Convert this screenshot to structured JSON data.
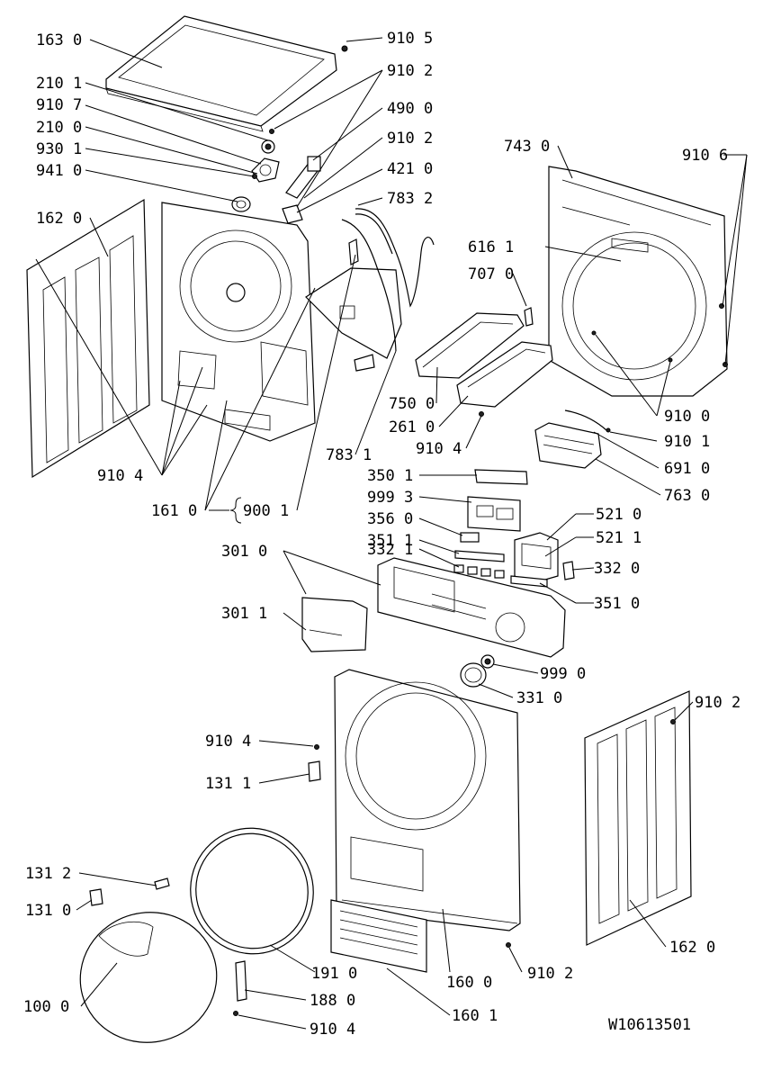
{
  "labels": {
    "l1630": "163 0",
    "l9105": "910 5",
    "l2101": "210 1",
    "l9102a": "910 2",
    "l9107": "910 7",
    "l4900": "490 0",
    "l2100": "210 0",
    "l9102b": "910 2",
    "l9301": "930 1",
    "l4210": "421 0",
    "l9410": "941 0",
    "l7430": "743 0",
    "l9106": "910 6",
    "l1620a": "162 0",
    "l7832": "783 2",
    "l6161": "616 1",
    "l7070": "707 0",
    "l7500": "750 0",
    "l2610": "261 0",
    "l9100": "910 0",
    "l9101": "910 1",
    "l9104a": "910 4",
    "l9104b": "910 4",
    "l7831": "783 1",
    "l6910": "691 0",
    "l7630": "763 0",
    "l3501": "350 1",
    "l9993": "999 3",
    "l1610": "161 0",
    "l9001": "900 1",
    "l3560": "356 0",
    "l5210": "521 0",
    "l3511a": "351 1",
    "l5211": "521 1",
    "l3010": "301 0",
    "l3321": "332 1",
    "l3320": "332 0",
    "l3510": "351 0",
    "l3011": "301 1",
    "l9990": "999 0",
    "l3310": "331 0",
    "l9102c": "910 2",
    "l9104c": "910 4",
    "l1311": "131 1",
    "l1312": "131 2",
    "l1310": "131 0",
    "l1910": "191 0",
    "l1600": "160 0",
    "l9102d": "910 2",
    "l1620b": "162 0",
    "l1880": "188 0",
    "l1000": "100 0",
    "l9104d": "910 4",
    "l1601": "160 1",
    "docnum": "W10613501"
  }
}
